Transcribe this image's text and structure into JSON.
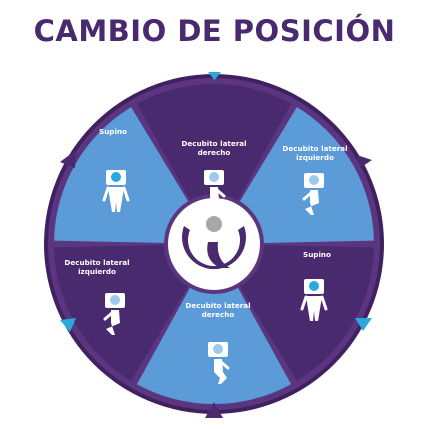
{
  "title": "CAMBIO DE POSICIÓN",
  "colors": {
    "title": "#4a2a6e",
    "dark_segment": "#4a2a6e",
    "light_segment": "#5a9bd8",
    "outer_ring": "#3f2160",
    "pillow": "#ffffff",
    "cyan_arrow": "#2aa8e0",
    "center_dot": "#a8a8a8"
  },
  "segments": [
    {
      "position": "top",
      "label_lines": [
        "Decubito lateral",
        "derecho"
      ],
      "pose": "right-side",
      "tone": "dark"
    },
    {
      "position": "upper-right",
      "label_lines": [
        "Decubito lateral",
        "izquierdo"
      ],
      "pose": "left-side",
      "tone": "light"
    },
    {
      "position": "lower-right",
      "label_lines": [
        "Supino"
      ],
      "pose": "supine",
      "tone": "dark"
    },
    {
      "position": "bottom",
      "label_lines": [
        "Decubito lateral",
        "derecho"
      ],
      "pose": "right-side",
      "tone": "light"
    },
    {
      "position": "lower-left",
      "label_lines": [
        "Decubito lateral",
        "izquierdo"
      ],
      "pose": "left-side",
      "tone": "dark"
    },
    {
      "position": "upper-left",
      "label_lines": [
        "Supino"
      ],
      "pose": "supine",
      "tone": "light"
    }
  ],
  "arrows": [
    {
      "position": "top",
      "color": "cyan"
    },
    {
      "position": "right-upper",
      "color": "purple"
    },
    {
      "position": "right-lower",
      "color": "cyan"
    },
    {
      "position": "bottom",
      "color": "purple"
    },
    {
      "position": "left-lower",
      "color": "cyan"
    },
    {
      "position": "left-upper",
      "color": "purple"
    }
  ],
  "center_icon": "rotation-person-icon"
}
